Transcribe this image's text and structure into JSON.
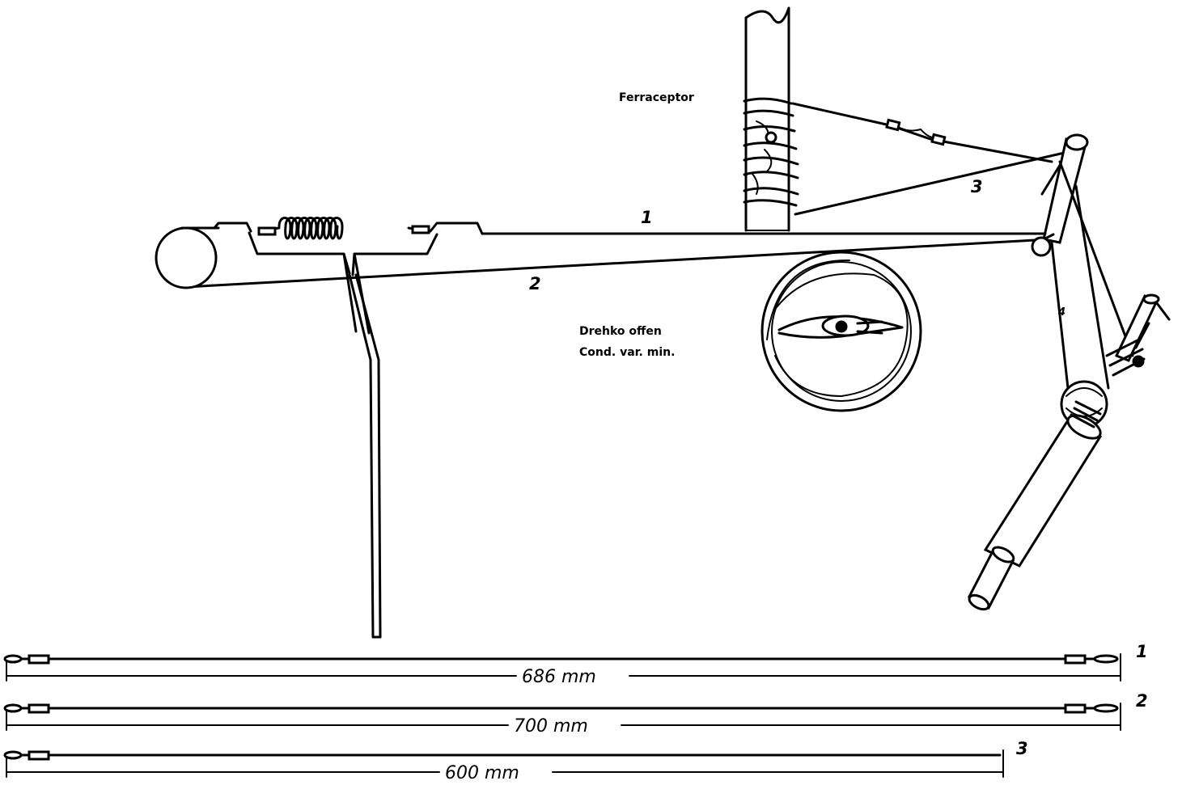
{
  "labels": {
    "ferroceptor": "Ferraceptor",
    "rotary_line1": "Drehko offen",
    "rotary_line2": "Cond. var. min."
  },
  "wire_numbers": {
    "w1": "1",
    "w2": "2",
    "w3": "3",
    "w4": "4"
  },
  "wires": [
    {
      "number": "1",
      "length": "686 mm"
    },
    {
      "number": "2",
      "length": "700 mm"
    },
    {
      "number": "3",
      "length": "600 mm"
    }
  ]
}
